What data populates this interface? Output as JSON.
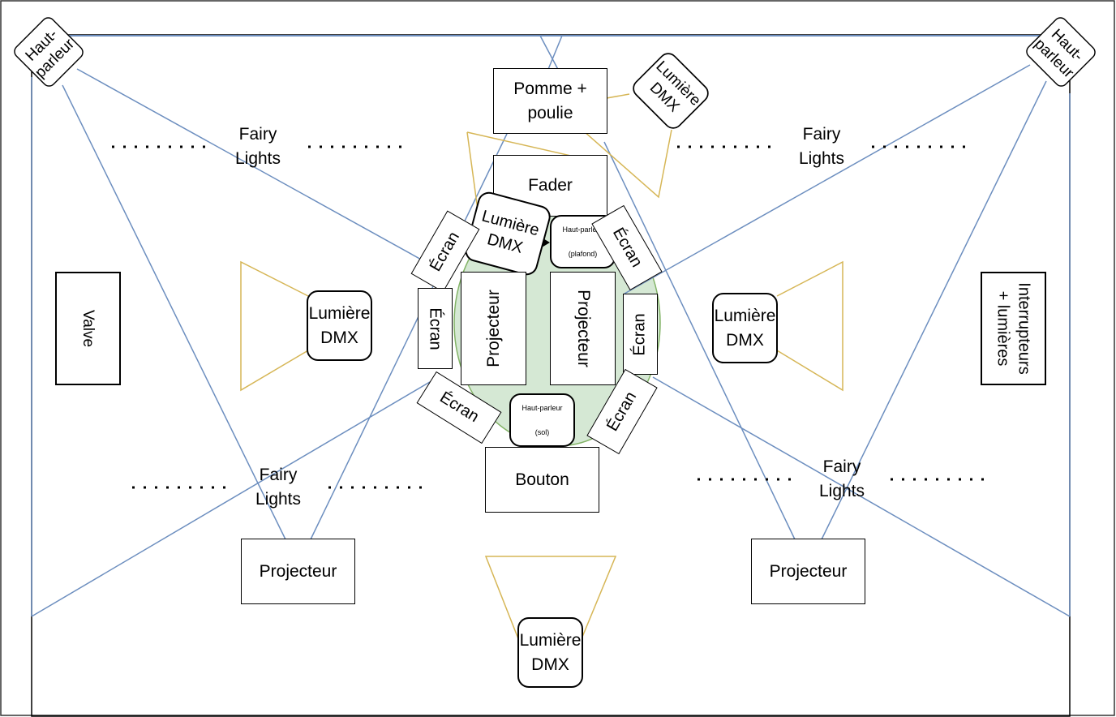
{
  "colors": {
    "stroke": "#000000",
    "blue_line": "#6c8ebf",
    "gold_line": "#d6b656",
    "stage_fill": "#d5e8d4",
    "stage_stroke": "#82b366"
  },
  "speakers": {
    "left": "Haut-\nparleur",
    "right": "Haut-\nparleur",
    "ceiling": "Haut-parleur\n\n(plafond)",
    "floor": "Haut-parleur\n\n(sol)"
  },
  "center": {
    "pomme": "Pomme +\npoulie",
    "fader": "Fader",
    "bouton": "Bouton",
    "projecteur_left": "Projecteur",
    "projecteur_right": "Projecteur"
  },
  "screens": {
    "upper_left": "Écran",
    "upper_right": "Écran",
    "mid_left": "Écran",
    "mid_right": "Écran",
    "lower_left": "Écran",
    "lower_right": "Écran"
  },
  "lights": {
    "top_right": "Lumière\nDMX",
    "center": "Lumière\nDMX",
    "left": "Lumière\nDMX",
    "right": "Lumière\nDMX",
    "bottom": "Lumière\nDMX"
  },
  "fairy": {
    "top_left": "Fairy\nLights",
    "top_right": "Fairy\nLights",
    "bottom_left": "Fairy\nLights",
    "bottom_right": "Fairy\nLights"
  },
  "side": {
    "valve": "Valve",
    "interrupteurs": "Interrupteurs\n+ lumières"
  },
  "projectors": {
    "bottom_left": "Projecteur",
    "bottom_right": "Projecteur"
  }
}
